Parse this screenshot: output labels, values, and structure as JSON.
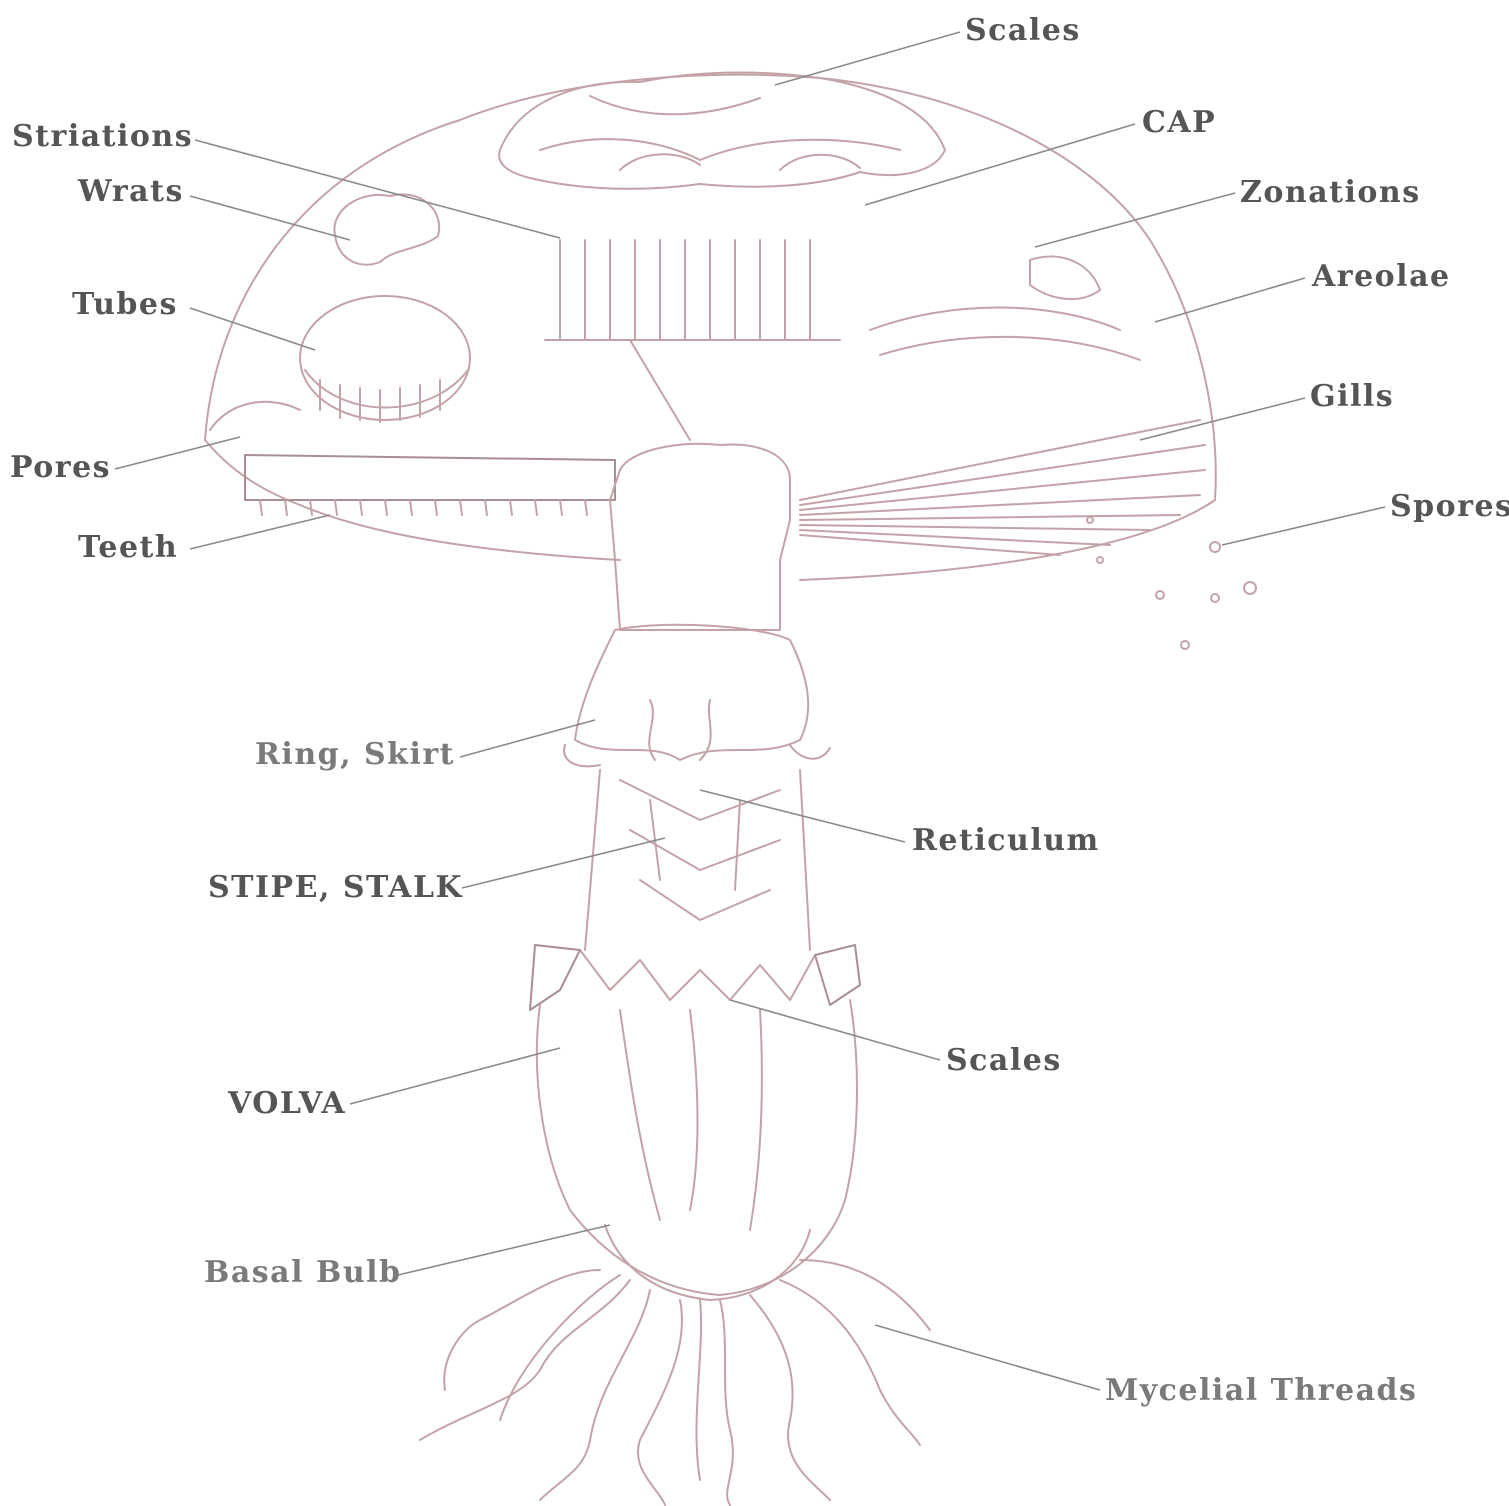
{
  "colors": {
    "outline": "#c4a3a8",
    "outline_dark": "#a98e93",
    "shade": "#c9c9c9",
    "leader": "#8a8a8a",
    "label": "#555555"
  },
  "labels": {
    "scales_top": "Scales",
    "cap": "CAP",
    "zonations": "Zonations",
    "areolae": "Areolae",
    "gills": "Gills",
    "spores": "Spores",
    "striations": "Striations",
    "warts": "Wrats",
    "tubes": "Tubes",
    "pores": "Pores",
    "teeth": "Teeth",
    "ring_skirt": "Ring, Skirt",
    "reticulum": "Reticulum",
    "stipe_stalk": "STIPE, STALK",
    "scales_lower": "Scales",
    "volva": "VOLVA",
    "basal_bulb": "Basal Bulb",
    "mycelial_threads": "Mycelial Threads"
  }
}
